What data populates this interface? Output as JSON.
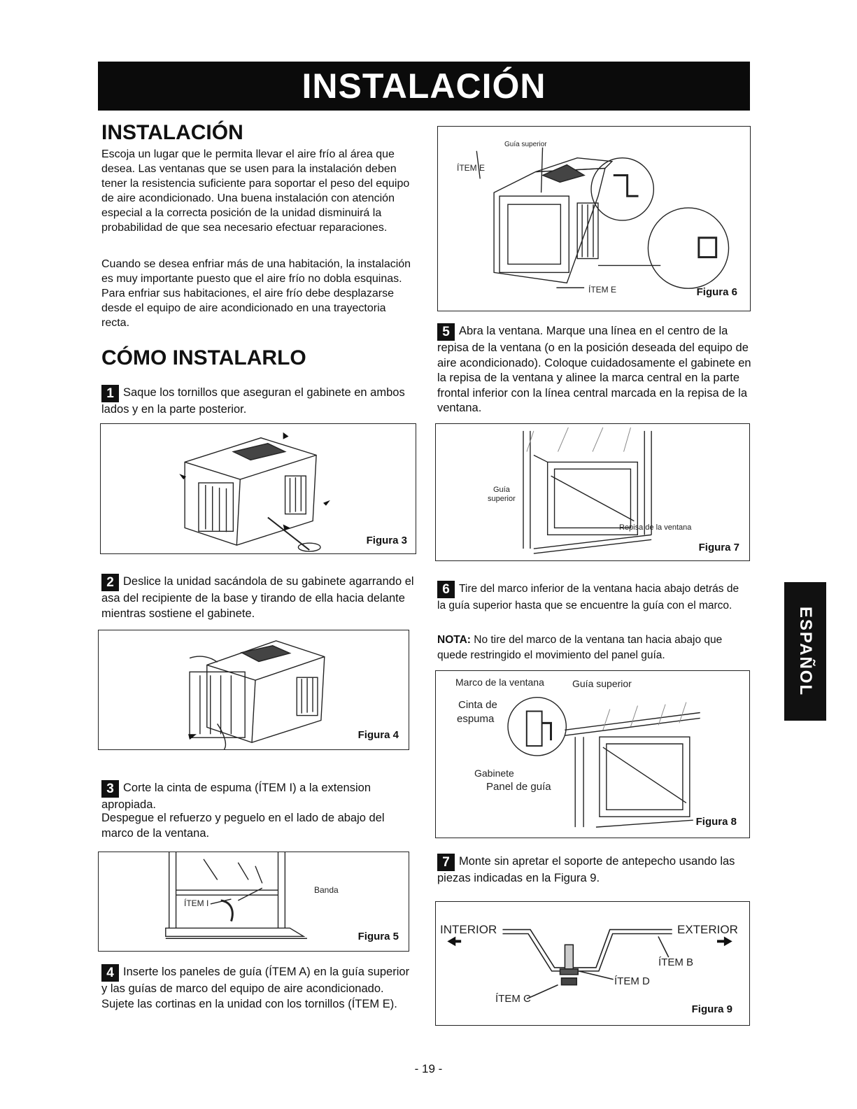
{
  "banner": "INSTALACIÓN",
  "side_tab": "ESPAÑOL",
  "page_number": "- 19 -",
  "left": {
    "heading1": "INSTALACIÓN",
    "intro1": "Escoja un lugar que le permita llevar el aire frío al área que desea. Las ventanas que se usen para la instalación deben tener la resistencia suficiente para soportar el peso del equipo de aire acondicionado. Una buena instalación con atención especial a la correcta posición de la unidad disminuirá la probabilidad de que sea necesario efectuar reparaciones.",
    "intro2": "Cuando se desea enfriar más de una habitación, la instalación es muy importante puesto que el aire frío no dobla esquinas. Para enfriar sus habitaciones, el aire frío debe desplazarse desde el equipo de aire acondicionado en una trayectoria recta.",
    "heading2": "CÓMO INSTALARLO"
  },
  "steps": [
    {
      "num": "1",
      "text": "Saque los tornillos que aseguran el gabinete en ambos lados y en la parte posterior."
    },
    {
      "num": "2",
      "text": "Deslice la unidad sacándola de su gabinete agarrando el asa del recipiente de la base y tirando de ella hacia delante mientras sostiene el gabinete."
    },
    {
      "num": "3",
      "text": "Corte la cinta de espuma (ÍTEM I) a la extension apropiada."
    },
    {
      "num": "4",
      "text": "Inserte los paneles de guía (ÍTEM A) en la guía superior y las guías de marco del equipo de aire acondicionado. Sujete las cortinas en la unidad con los tornillos (ÍTEM E)."
    },
    {
      "num": "5",
      "text": "Abra la ventana. Marque una línea en el centro de la repisa de la ventana (o en la posición deseada del equipo de aire acondicionado). Coloque cuidadosamente el gabinete en la repisa de la ventana y alinee la marca central en la parte frontal inferior con la línea central marcada en la repisa de la ventana."
    },
    {
      "num": "6",
      "text": "Tire del marco inferior de la ventana hacia abajo detrás de la guía superior hasta que se encuentre la guía con el marco."
    },
    {
      "num": "7",
      "text": "Monte sin apretar el soporte de antepecho usando las piezas indicadas en la Figura 9."
    }
  ],
  "step3_extra": "Despegue el refuerzo y peguelo en el lado de abajo del marco de la ventana.",
  "nota": {
    "label": "NOTA:",
    "text": "No tire del marco de la ventana tan hacia abajo que quede restringido el movimiento del panel guía."
  },
  "figures": {
    "f3": "Figura 3",
    "f4": "Figura 4",
    "f5": {
      "caption": "Figura 5",
      "banda": "Banda",
      "item": "ÍTEM I"
    },
    "f6": {
      "caption": "Figura 6",
      "guia": "Guía superior",
      "item_top": "ÍTEM E",
      "item_bottom": "ÍTEM E"
    },
    "f7": {
      "caption": "Figura 7",
      "guia1": "Guía",
      "guia2": "superior",
      "repisa": "Repisa de la ventana"
    },
    "f8": {
      "caption": "Figura 8",
      "marco": "Marco de la ventana",
      "guia": "Guía superior",
      "cinta1": "Cinta de",
      "cinta2": "espuma",
      "gabinete": "Gabinete",
      "panel": "Panel de guía"
    },
    "f9": {
      "caption": "Figura 9",
      "interior": "INTERIOR",
      "exterior": "EXTERIOR",
      "item_b": "ÍTEM B",
      "item_d": "ÍTEM D",
      "item_c": "ÍTEM C"
    }
  }
}
